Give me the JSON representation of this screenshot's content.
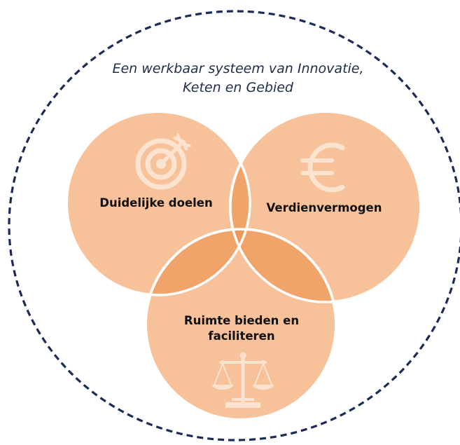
{
  "diagram": {
    "title_line1": "Een werkbaar systeem van Innovatie,",
    "title_line2": "Keten en Gebied",
    "circles": [
      {
        "label": "Duidelijke doelen",
        "icon": "target-icon"
      },
      {
        "label": "Verdienvermogen",
        "icon": "euro-icon"
      },
      {
        "label_line1": "Ruimte bieden en",
        "label_line2": "faciliteren",
        "icon": "scales-icon"
      }
    ]
  },
  "colors": {
    "circle_fill": "#f7c19a",
    "overlap_fill": "#f0a469",
    "center_fill": "#ec9858",
    "outline": "#1b2a57",
    "icon": "#fbe3d0"
  }
}
